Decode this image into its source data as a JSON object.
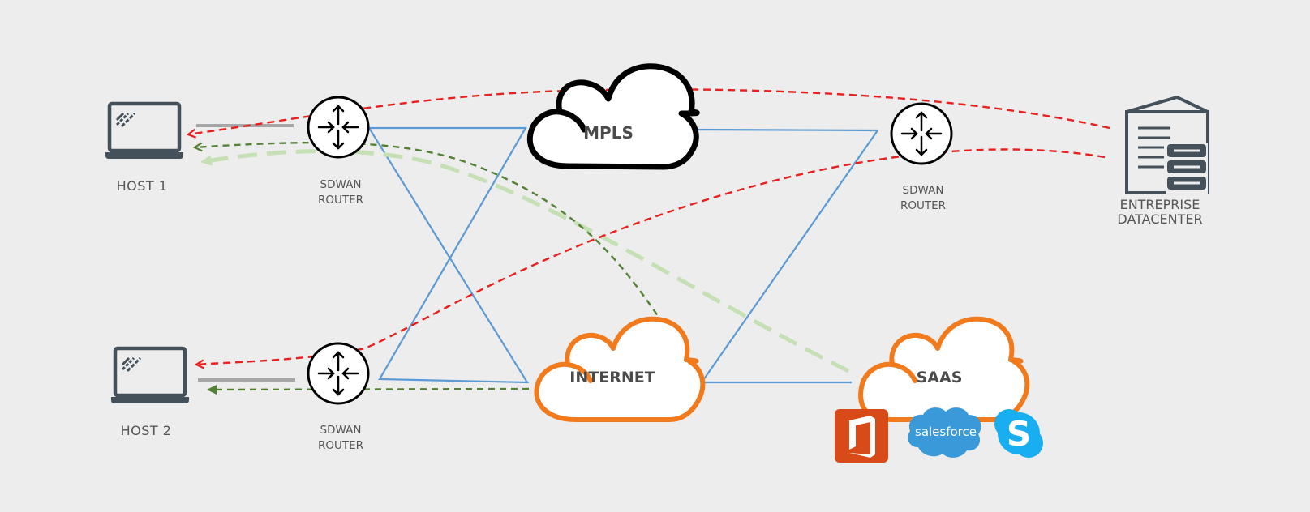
{
  "nodes": {
    "host1": {
      "label": "HOST 1"
    },
    "host2": {
      "label": "HOST 2"
    },
    "router_top_left": {
      "line1": "SDWAN",
      "line2": "ROUTER"
    },
    "router_bottom_left": {
      "line1": "SDWAN",
      "line2": "ROUTER"
    },
    "router_right": {
      "line1": "SDWAN",
      "line2": "ROUTER"
    },
    "datacenter": {
      "line1": "ENTREPRISE",
      "line2": "DATACENTER"
    }
  },
  "clouds": {
    "mpls": {
      "label": "MPLS",
      "color": "#000000"
    },
    "internet": {
      "label": "INTERNET",
      "color": "#f07a1c"
    },
    "saas": {
      "label": "SAAS",
      "color": "#f07a1c"
    }
  },
  "saas_apps": {
    "office": {
      "icon": "office-icon",
      "color": "#d84a17"
    },
    "salesforce": {
      "label": "salesforce",
      "color": "#3a9ad9"
    },
    "skype": {
      "icon": "skype-icon",
      "color": "#19aef0"
    }
  },
  "colors": {
    "background": "#ededed",
    "wan_links": "#5b9bd5",
    "datacenter_flow": "#e8201e",
    "internet_flow": "#548235",
    "saas_flow": "#c5e0b4",
    "lan_links": "#a6a6a6",
    "icon_gray": "#44505a"
  }
}
